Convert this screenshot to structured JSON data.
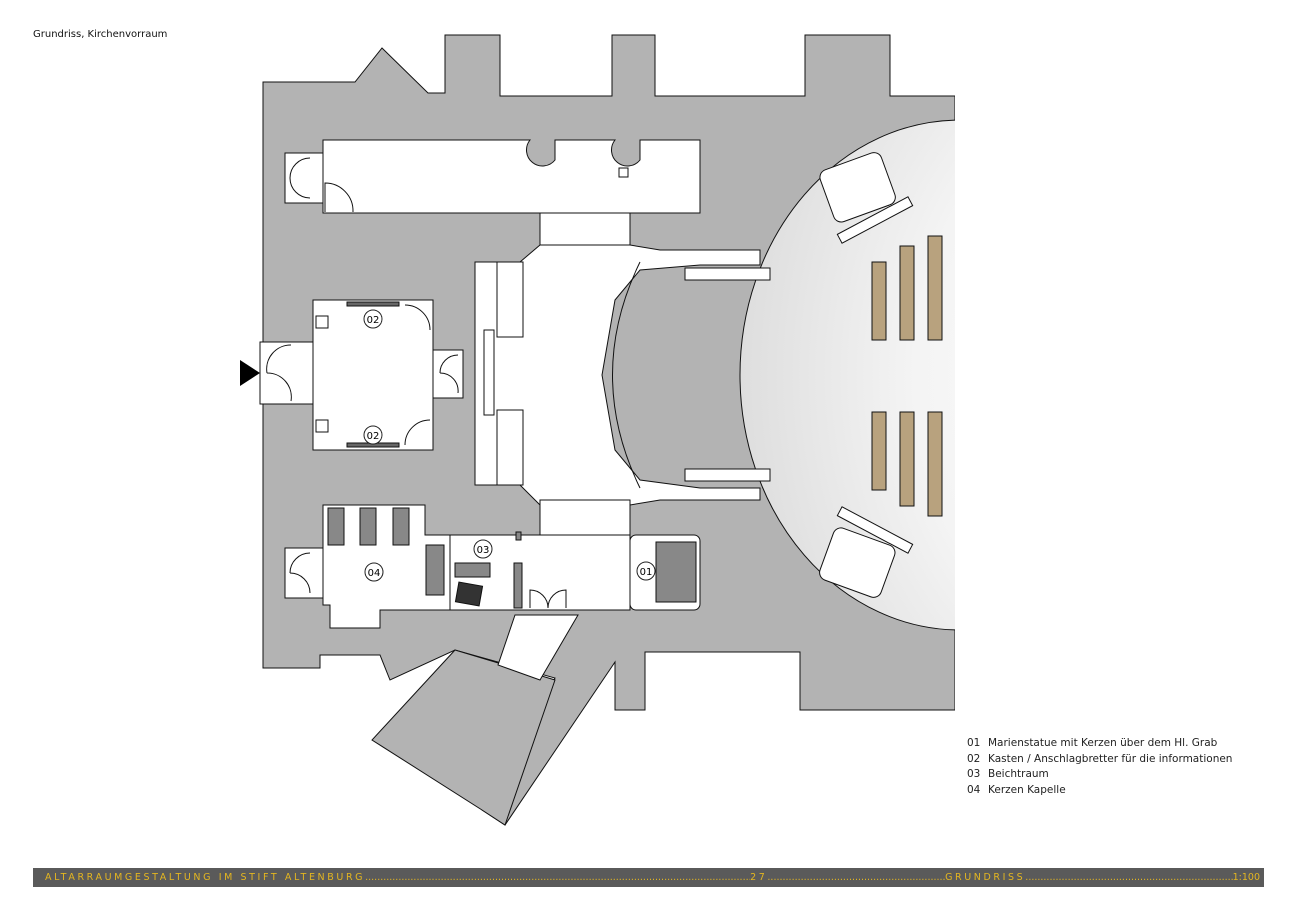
{
  "title": "Grundriss, Kirchenvorraum",
  "room_labels": [
    "01",
    "02",
    "02",
    "03",
    "04"
  ],
  "legend": [
    {
      "num": "01",
      "text": "Marienstatue mit Kerzen über dem Hl. Grab"
    },
    {
      "num": "02",
      "text": "Kasten / Anschlagbretter für die informationen"
    },
    {
      "num": "03",
      "text": "Beichtraum"
    },
    {
      "num": "04",
      "text": "Kerzen Kapelle"
    }
  ],
  "footer": {
    "project": "ALTARRAUMGESTALTUNG IM STIFT ALTENBURG",
    "page": "27",
    "section": "GRUNDRISS",
    "scale": "1:100"
  },
  "colors": {
    "wall": "#b3b3b3",
    "pew": "#b8a27e",
    "footer_bg": "#5a5a5a",
    "footer_text": "#e4b620"
  }
}
